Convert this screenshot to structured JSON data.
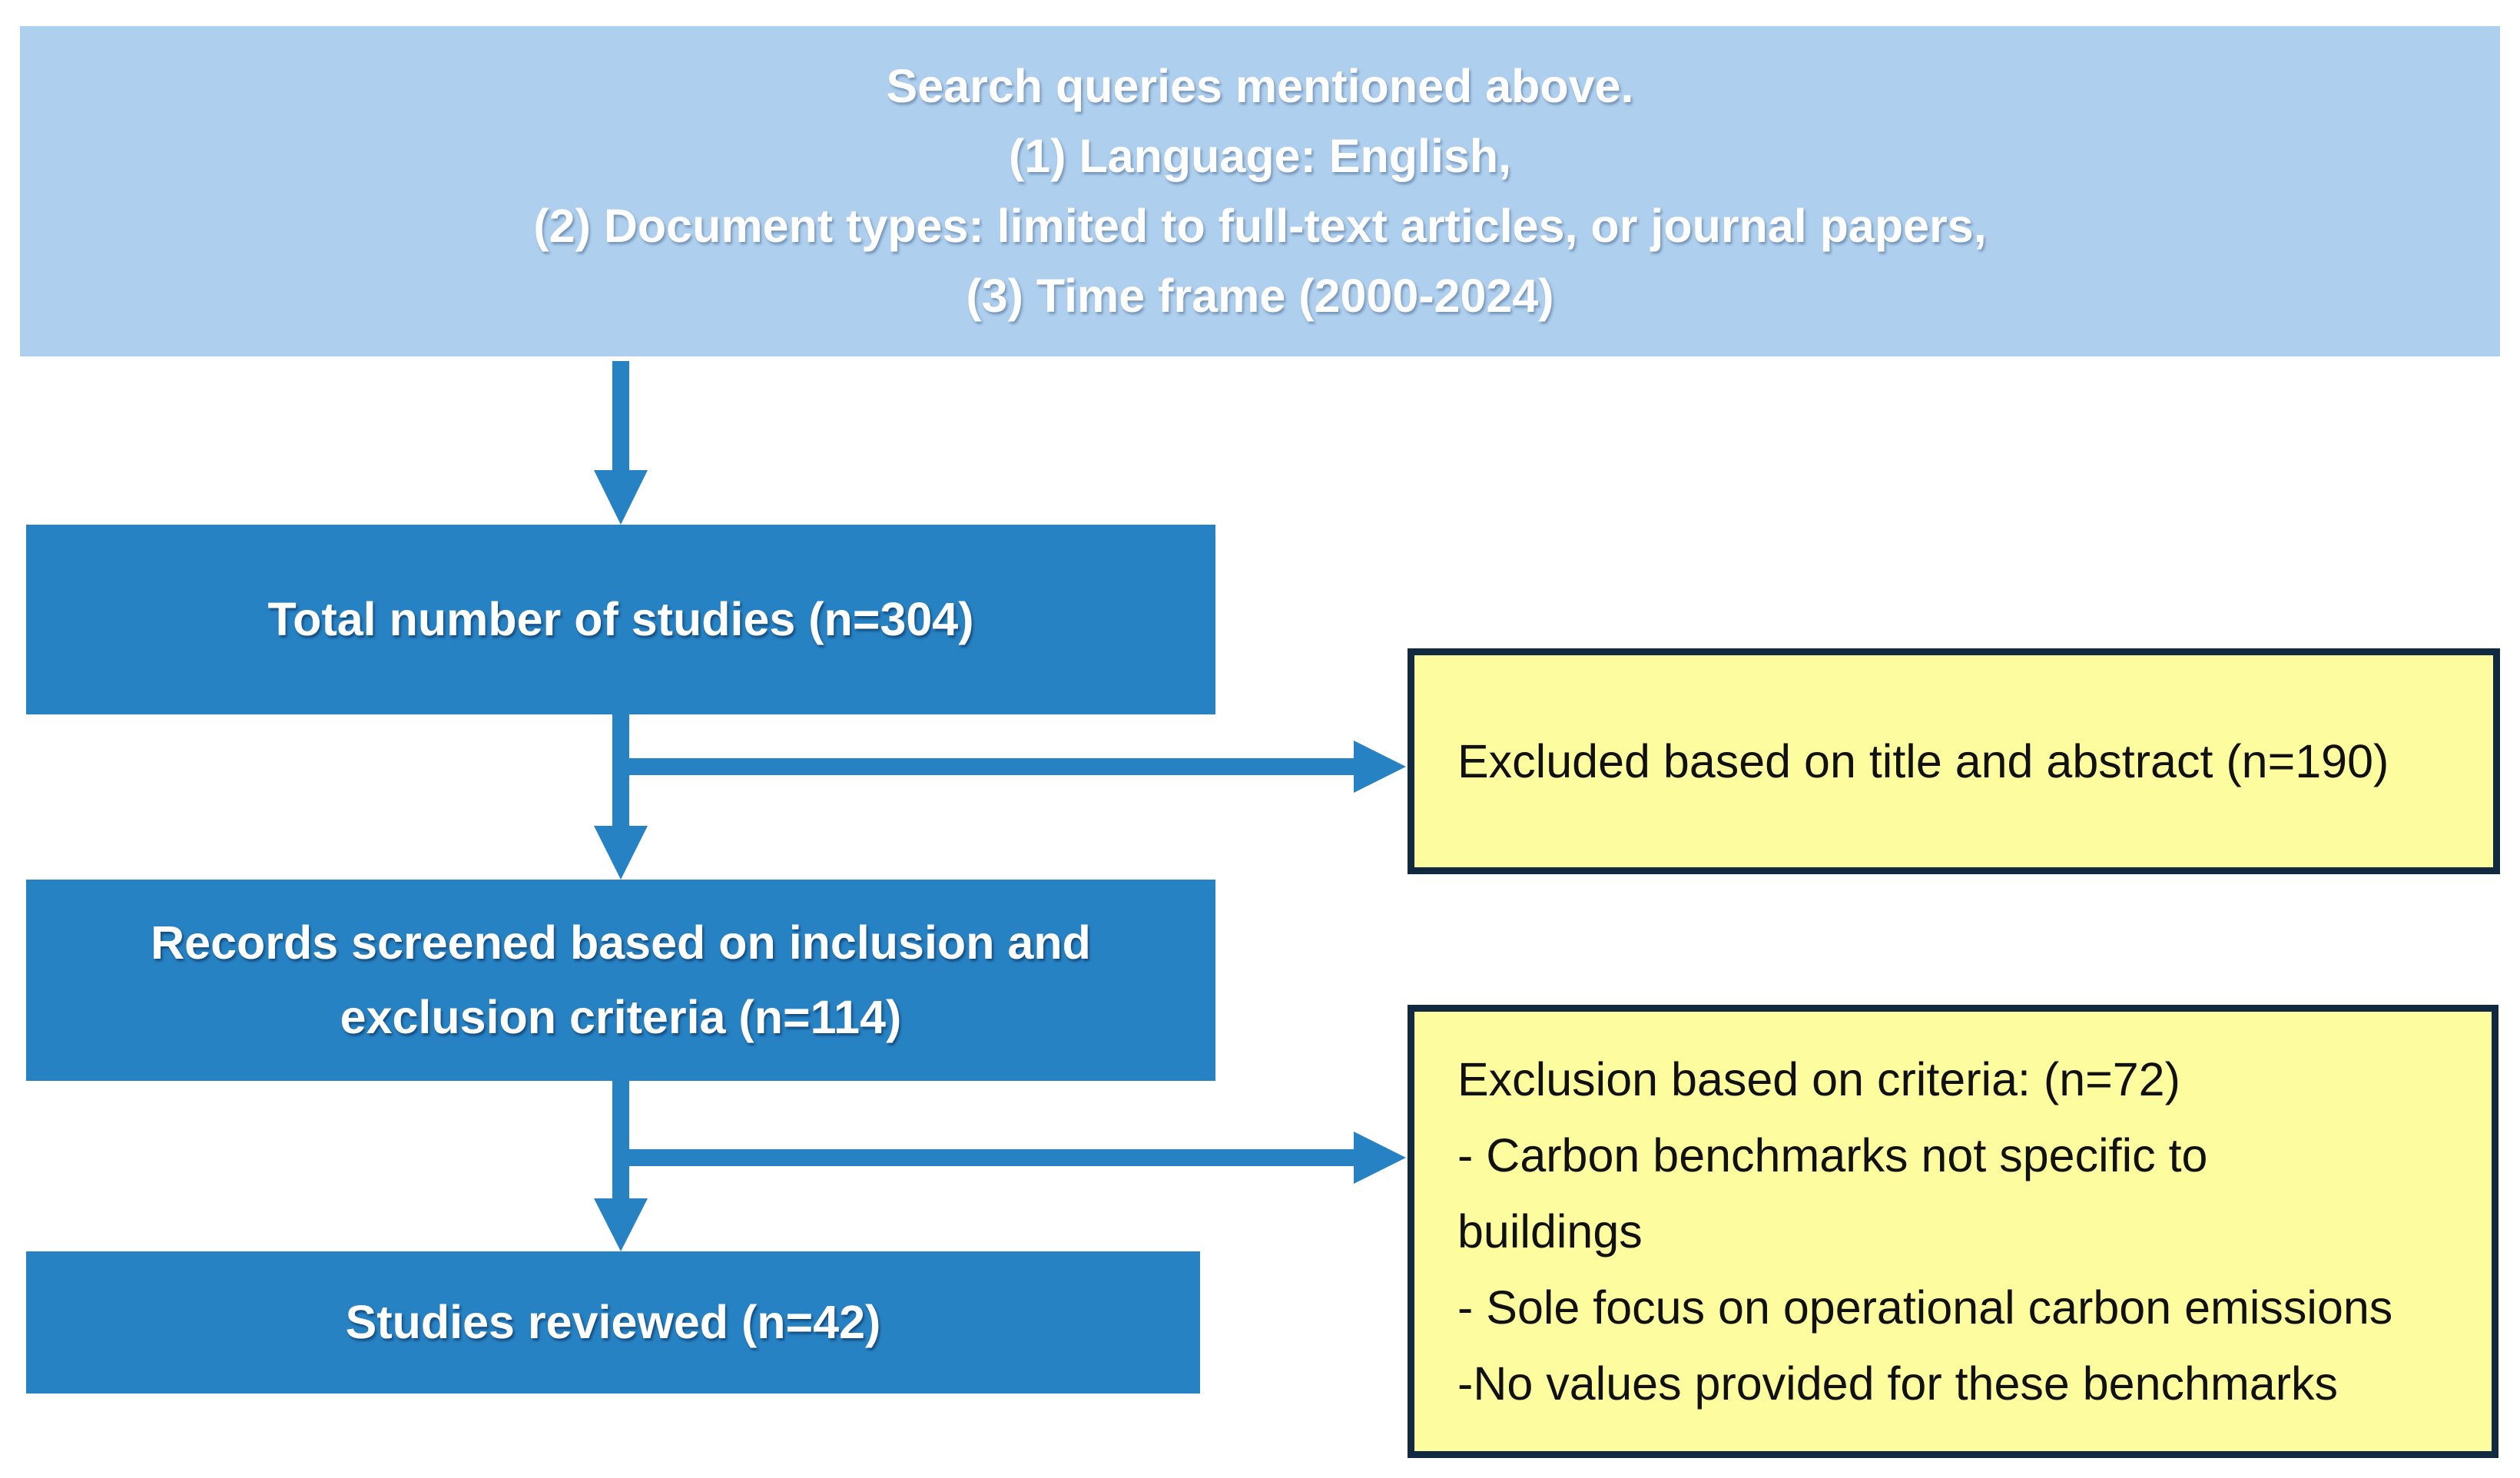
{
  "header": {
    "lines": [
      "Search queries mentioned above.",
      "(1) Language: English,",
      "(2) Document types: limited to full-text articles, or journal papers,",
      "(3) Time frame (2000-2024)"
    ]
  },
  "stages": {
    "total": "Total number of studies (n=304)",
    "screened": [
      "Records screened based on inclusion and",
      "exclusion criteria (n=114)"
    ],
    "reviewed": "Studies reviewed (n=42)"
  },
  "exclusions": {
    "title_abstract": "Excluded based on title and abstract (n=190)",
    "criteria": [
      "Exclusion based on criteria: (n=72)",
      "- Carbon benchmarks not specific to",
      "buildings",
      "- Sole focus on operational carbon emissions",
      "-No values provided for these benchmarks"
    ]
  },
  "colors": {
    "header_fill": "#afcfee",
    "stage_fill": "#2782c3",
    "exclusion_fill": "#fdfc9f",
    "exclusion_border": "#112a42",
    "arrow": "#2782c3"
  }
}
